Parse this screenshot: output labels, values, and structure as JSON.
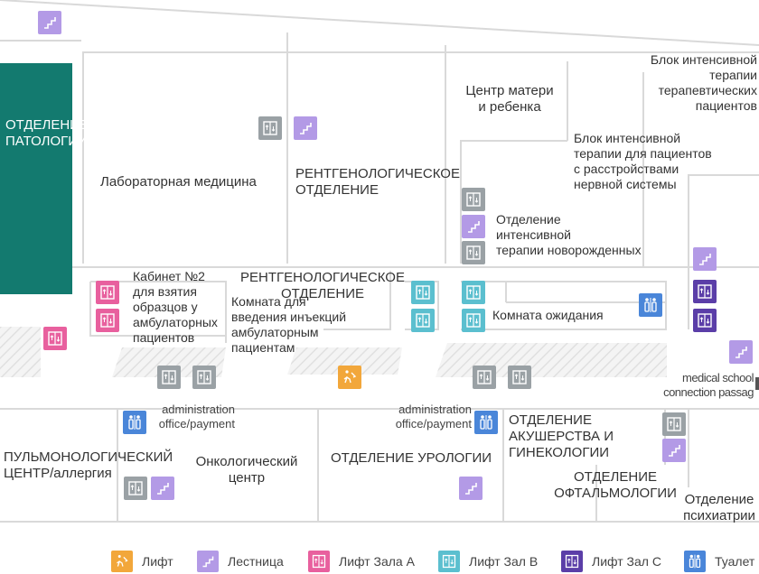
{
  "labels": {
    "pathology": "ОТДЕЛЕНИЕ\nПАТОЛОГИИ",
    "lab_medicine": "Лабораторная медицина",
    "radiology_upper": "РЕНТГЕНОЛОГИЧЕСКОЕ\nОТДЕЛЕНИЕ",
    "mother_child": "Центр матери\nи ребенка",
    "icu_therapeutic": "Блок интенсивной\nтерапии\nтерапевтических\nпациентов",
    "icu_neuro": "Блок интенсивной\nтерапии для пациентов\nс расстройствами\nнервной системы",
    "nicu": "Отделение\nинтенсивной\nтерапии новорожденных",
    "sampling_room": "Кабинет №2\nдля взятия\nобразцов у\nамбулаторных\nпациентов",
    "radiology_lower": "РЕНТГЕНОЛОГИЧЕСКОЕ\nОТДЕЛЕНИЕ",
    "injection_room": "Комната для\nвведения инъекций\nамбулаторным\nпациентам",
    "waiting_room": "Комната ожидания",
    "medical_school": "medical school\nconnection passag",
    "admin_left": "administration\noffice/payment",
    "admin_right": "administration\noffice/payment",
    "pulmonology": "ПУЛЬМОНОЛОГИЧЕСКИЙ\nЦЕНТР/аллергия",
    "oncology": "Онкологический\nцентр",
    "urology": "ОТДЕЛЕНИЕ УРОЛОГИИ",
    "obgyn": "ОТДЕЛЕНИЕ\nАКУШЕРСТВА И\nГИНЕКОЛОГИИ",
    "ophthalmology": "ОТДЕЛЕНИЕ\nОФТАЛЬМОЛОГИИ",
    "psychiatry": "Отделение\nпсихиатрии"
  },
  "legend": [
    {
      "icon": "elevator-icon",
      "label": "Лифт",
      "color": "#f2a73b"
    },
    {
      "icon": "stairs-icon",
      "label": "Лестница",
      "color": "#b39ae6"
    },
    {
      "icon": "elevator-hall-a-icon",
      "label": "Лифт Зала А",
      "color": "#e8609e"
    },
    {
      "icon": "elevator-hall-b-icon",
      "label": "Лифт Зал В",
      "color": "#5bbfcf"
    },
    {
      "icon": "elevator-hall-c-icon",
      "label": "Лифт Зал С",
      "color": "#5b3ea8"
    },
    {
      "icon": "restroom-icon",
      "label": "Туалет",
      "color": "#4a86d9"
    }
  ],
  "colors": {
    "pathology_fill": "#137a6f",
    "wall": "#d9d9d9",
    "gray_elevator": "#9aa1a5",
    "hatch": "#e6e6e6"
  }
}
